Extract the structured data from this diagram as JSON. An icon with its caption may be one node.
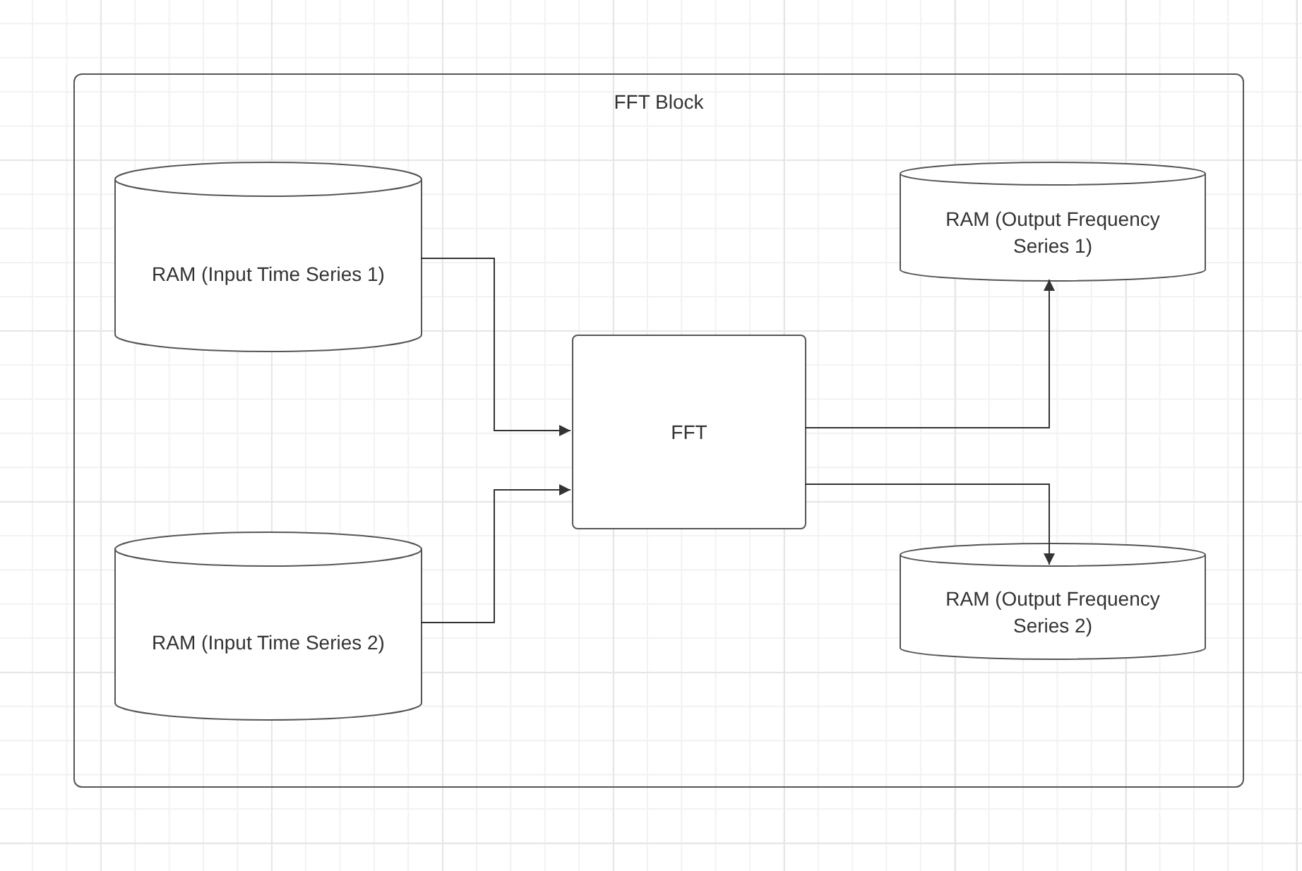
{
  "diagram": {
    "nodes": [
      {
        "text": [
          "FFT Block"
        ]
      },
      {
        "text": [
          "RAM (Input Time Series 1)"
        ],
        "in": 0
      },
      {
        "text": [
          "RAM (Input Time Series 2)"
        ],
        "in": 0
      },
      {
        "text": [
          "FFT"
        ],
        "in": 0
      },
      {
        "text": [
          "RAM (Output Frequency Series 1)"
        ],
        "in": 0
      },
      {
        "text": [
          "RAM (Output Frequency Series 2)"
        ],
        "in": 0
      }
    ],
    "edges": [
      {
        "from": 1,
        "to": 3,
        "arrow": "to"
      },
      {
        "from": 2,
        "to": 3,
        "arrow": "to"
      },
      {
        "from": 3,
        "to": 4,
        "arrow": "to"
      },
      {
        "from": 3,
        "to": 5,
        "arrow": "to"
      }
    ]
  }
}
